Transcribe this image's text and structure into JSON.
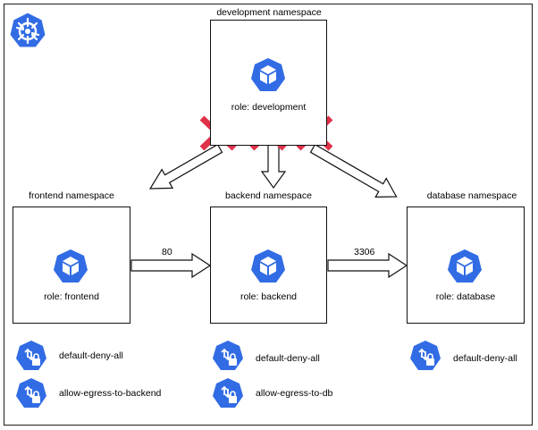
{
  "colors": {
    "k8s_blue": "#326ce5",
    "block": "#e0314a",
    "stroke": "#111111"
  },
  "namespaces": {
    "development": {
      "title": "development  namespace",
      "role": "role: development"
    },
    "frontend": {
      "title": "frontend  namespace",
      "role": "role: frontend"
    },
    "backend": {
      "title": "backend  namespace",
      "role": "role: backend"
    },
    "database": {
      "title": "database  namespace",
      "role": "role: database"
    }
  },
  "ports": {
    "frontend_to_backend": "80",
    "backend_to_database": "3306"
  },
  "policies": {
    "frontend": [
      "default-deny-all",
      "allow-egress-to-backend"
    ],
    "backend": [
      "default-deny-all",
      "allow-egress-to-db"
    ],
    "database": [
      "default-deny-all"
    ]
  },
  "icons": {
    "logo": "kubernetes-wheel-icon",
    "namespace": "pod-cube-icon",
    "policy": "network-policy-lock-icon",
    "blocked": "x-mark-icon"
  }
}
